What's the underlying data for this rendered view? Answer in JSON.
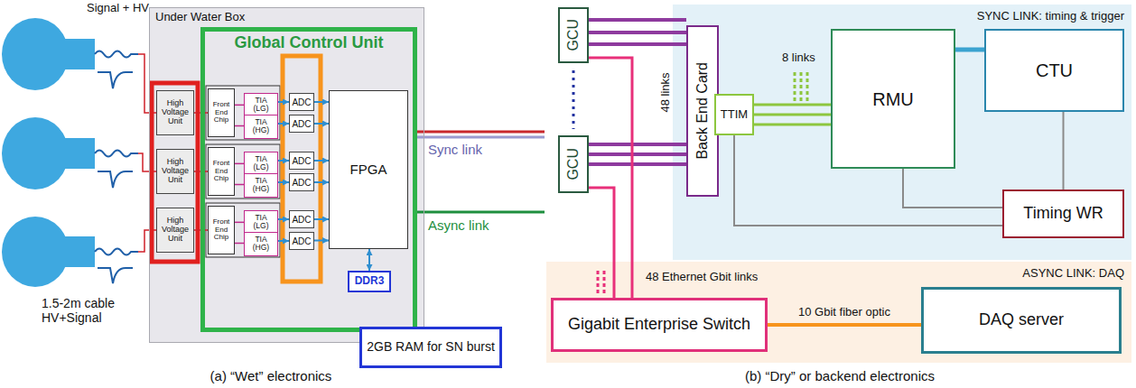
{
  "diagram": {
    "nodes": [
      {
        "text": [
          "Under Water Box"
        ]
      },
      {
        "text": [
          "Global Control Unit"
        ],
        "in": 0
      },
      {
        "text": [
          "High Voltage Unit"
        ],
        "in": 0
      },
      {
        "text": [
          "High Voltage Unit"
        ],
        "in": 0
      },
      {
        "text": [
          "High Voltage Unit"
        ],
        "in": 0
      },
      {
        "text": [
          "Front End Chip"
        ],
        "in": 1
      },
      {
        "text": [
          "TIA (LG)"
        ],
        "in": 1
      },
      {
        "text": [
          "TIA (HG)"
        ],
        "in": 1
      },
      {
        "text": [
          "ADC"
        ],
        "in": 1
      },
      {
        "text": [
          "ADC"
        ],
        "in": 1
      },
      {
        "text": [
          "Front End Chip"
        ],
        "in": 1
      },
      {
        "text": [
          "TIA (LG)"
        ],
        "in": 1
      },
      {
        "text": [
          "TIA (HG)"
        ],
        "in": 1
      },
      {
        "text": [
          "ADC"
        ],
        "in": 1
      },
      {
        "text": [
          "ADC"
        ],
        "in": 1
      },
      {
        "text": [
          "Front End Chip"
        ],
        "in": 1
      },
      {
        "text": [
          "TIA (LG)"
        ],
        "in": 1
      },
      {
        "text": [
          "TIA (HG)"
        ],
        "in": 1
      },
      {
        "text": [
          "ADC"
        ],
        "in": 1
      },
      {
        "text": [
          "ADC"
        ],
        "in": 1
      },
      {
        "text": [
          "FPGA"
        ],
        "in": 1
      },
      {
        "text": [
          "DDR3"
        ],
        "in": 1
      },
      {
        "text": [
          "2GB RAM for SN burst"
        ]
      },
      {
        "text": [
          "GCU"
        ]
      },
      {
        "text": [
          "GCU"
        ]
      },
      {
        "text": [
          "SYNC LINK: timing & trigger"
        ]
      },
      {
        "text": [
          "Back End Card"
        ],
        "in": 25
      },
      {
        "text": [
          "TTIM"
        ],
        "in": 25
      },
      {
        "text": [
          "RMU"
        ],
        "in": 25
      },
      {
        "text": [
          "CTU"
        ],
        "in": 25
      },
      {
        "text": [
          "Timing WR"
        ],
        "in": 25
      },
      {
        "text": [
          "ASYNC LINK: DAQ"
        ]
      },
      {
        "text": [
          "Gigabit Enterprise Switch"
        ],
        "in": 31
      },
      {
        "text": [
          "DAQ server"
        ],
        "in": 31
      }
    ],
    "edges": [
      {
        "from": 2,
        "to": 5,
        "arrow": "none"
      },
      {
        "from": 3,
        "to": 10,
        "arrow": "none"
      },
      {
        "from": 4,
        "to": 15,
        "arrow": "none"
      },
      {
        "from": 5,
        "to": 6,
        "arrow": "none"
      },
      {
        "from": 5,
        "to": 7,
        "arrow": "none"
      },
      {
        "from": 6,
        "to": 8,
        "arrow": "to"
      },
      {
        "from": 7,
        "to": 9,
        "arrow": "to"
      },
      {
        "from": 8,
        "to": 20,
        "arrow": "to"
      },
      {
        "from": 9,
        "to": 20,
        "arrow": "to"
      },
      {
        "from": 10,
        "to": 11,
        "arrow": "none"
      },
      {
        "from": 10,
        "to": 12,
        "arrow": "none"
      },
      {
        "from": 11,
        "to": 13,
        "arrow": "to"
      },
      {
        "from": 12,
        "to": 14,
        "arrow": "to"
      },
      {
        "from": 13,
        "to": 20,
        "arrow": "to"
      },
      {
        "from": 14,
        "to": 20,
        "arrow": "to"
      },
      {
        "from": 15,
        "to": 16,
        "arrow": "none"
      },
      {
        "from": 15,
        "to": 17,
        "arrow": "none"
      },
      {
        "from": 16,
        "to": 18,
        "arrow": "to"
      },
      {
        "from": 17,
        "to": 19,
        "arrow": "to"
      },
      {
        "from": 18,
        "to": 20,
        "arrow": "to"
      },
      {
        "from": 19,
        "to": 20,
        "arrow": "to"
      },
      {
        "from": 20,
        "to": 21,
        "arrow": "both"
      },
      {
        "from": 23,
        "to": 26,
        "arrow": "none"
      },
      {
        "from": 24,
        "to": 26,
        "arrow": "none"
      },
      {
        "from": 23,
        "to": 32,
        "arrow": "none"
      },
      {
        "from": 24,
        "to": 32,
        "arrow": "none"
      },
      {
        "from": 27,
        "to": 28,
        "arrow": "none"
      },
      {
        "from": 28,
        "to": 29,
        "arrow": "none"
      },
      {
        "from": 28,
        "to": 30,
        "arrow": "none"
      },
      {
        "from": 29,
        "to": 30,
        "arrow": "none"
      },
      {
        "from": 27,
        "to": 30,
        "arrow": "none"
      },
      {
        "from": 32,
        "to": 33,
        "label": "10 Gbit fiber optic",
        "arrow": "none"
      }
    ],
    "labels": [
      "Signal + HV",
      "1.5-2m cable HV+Signal",
      "Sync link",
      "Async link",
      "48 links",
      "8 links",
      "48 Ethernet Gbit links",
      "(a) “Wet” electronics",
      "(b) “Dry” or backend electronics"
    ]
  }
}
